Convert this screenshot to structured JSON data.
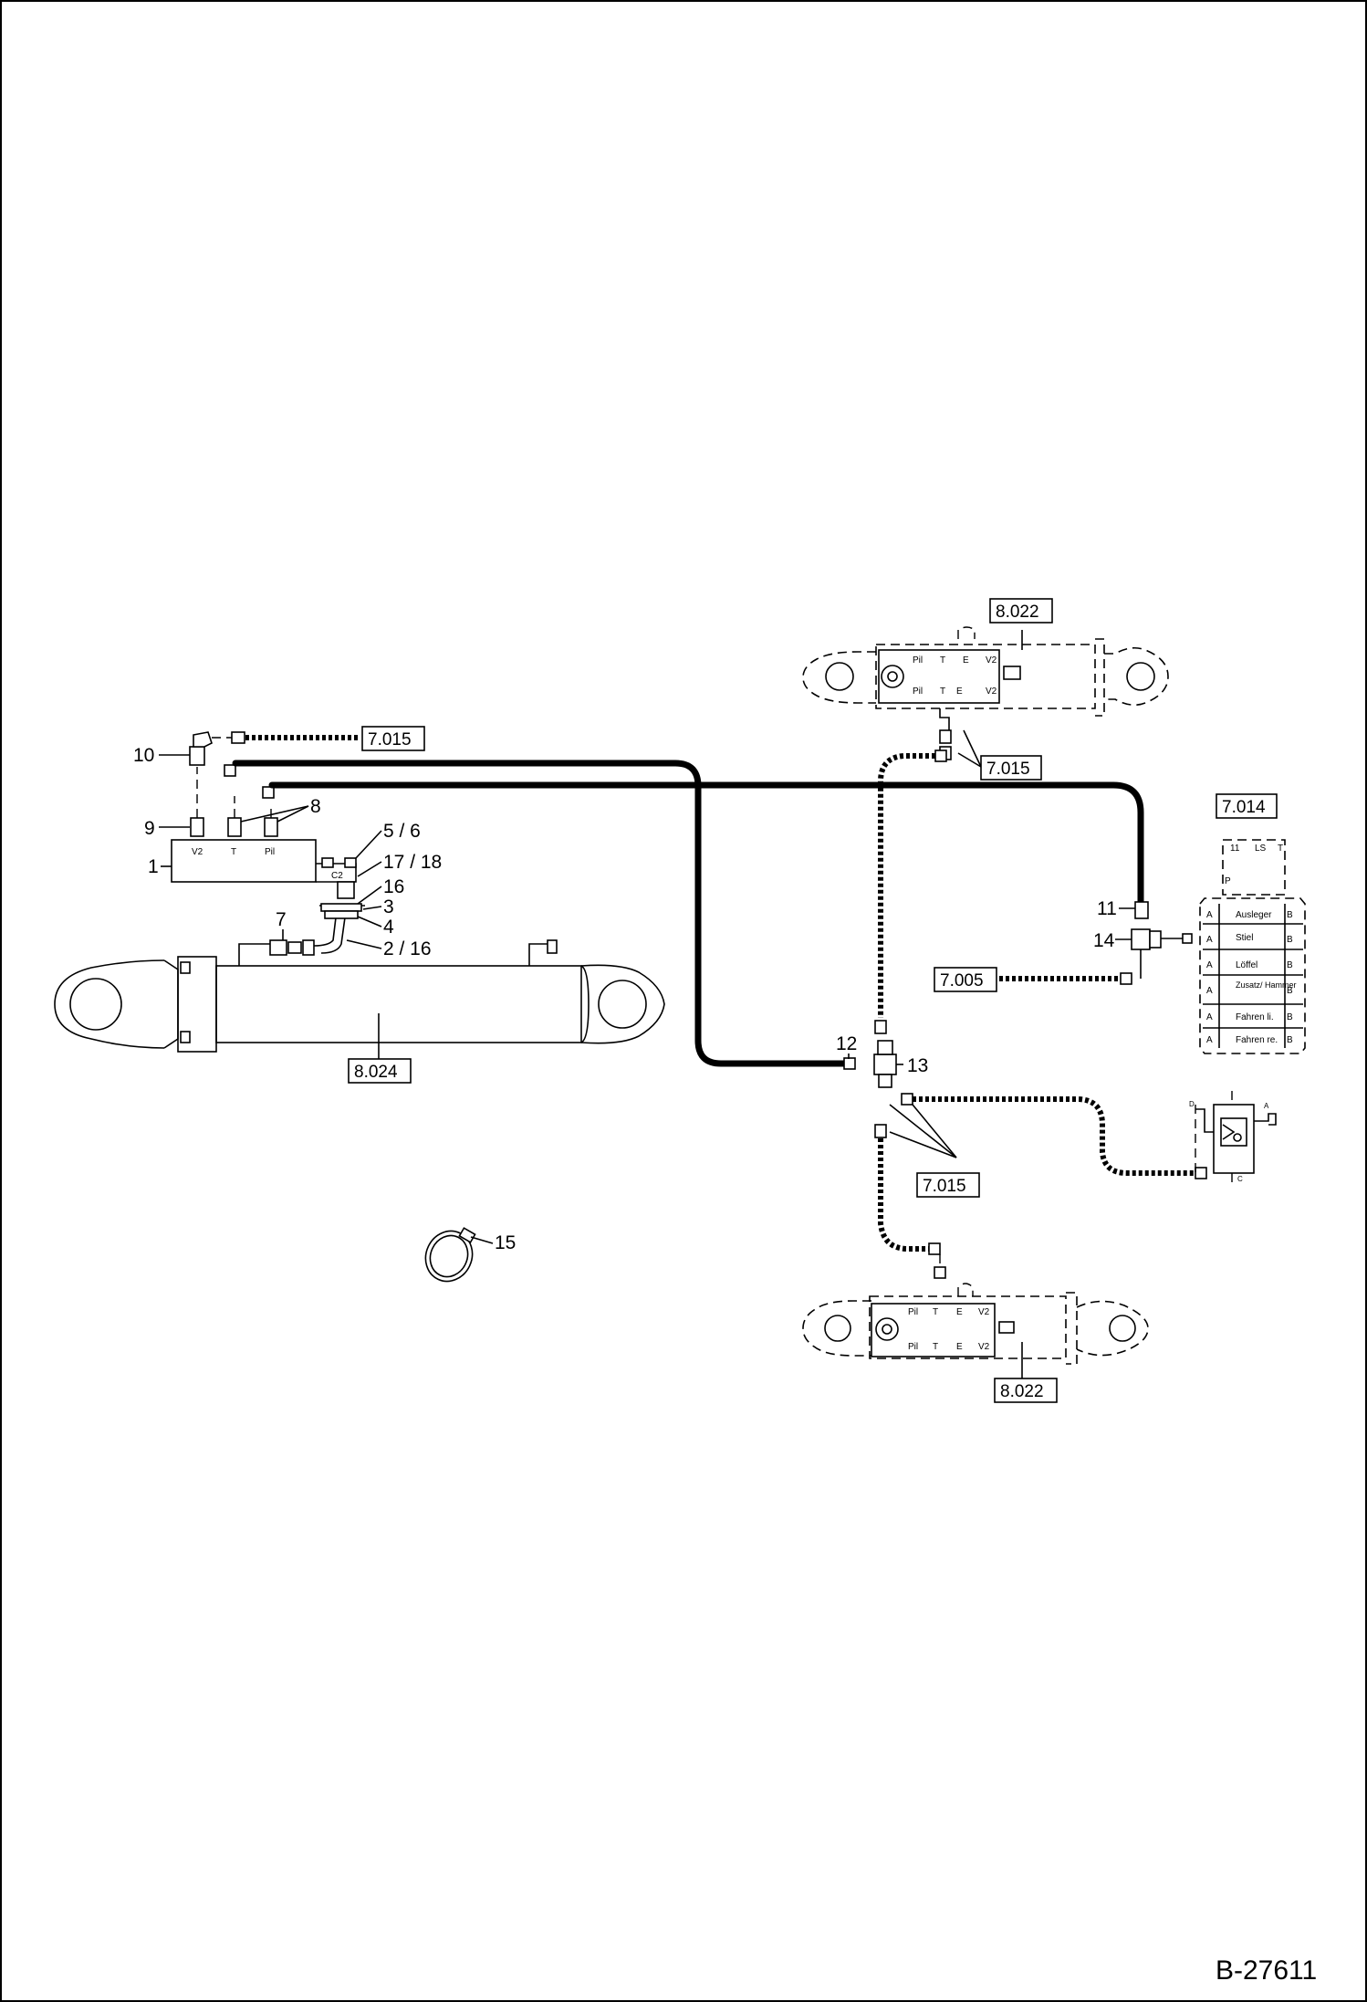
{
  "doc": {
    "code": "B-27611"
  },
  "refs": {
    "r_8022_top": "8.022",
    "r_7015_a": "7.015",
    "r_7015_b": "7.015",
    "r_7015_c": "7.015",
    "r_7014": "7.014",
    "r_7005": "7.005",
    "r_8024": "8.024",
    "r_8022_bottom": "8.022"
  },
  "callouts": {
    "c1": "1",
    "c2_16": "2 / 16",
    "c3": "3",
    "c4": "4",
    "c5_6": "5 / 6",
    "c7": "7",
    "c8": "8",
    "c9": "9",
    "c10": "10",
    "c11": "11",
    "c12": "12",
    "c13": "13",
    "c14": "14",
    "c15": "15",
    "c16": "16",
    "c17_18": "17 / 18"
  },
  "block_ports": {
    "v2": "V2",
    "t": "T",
    "pil": "Pil",
    "c2": "C2"
  },
  "cylinder_ports": {
    "top_upper": [
      "Pil",
      "T",
      "E",
      "V2"
    ],
    "top_lower": [
      "Pil",
      "T",
      "E",
      "V2"
    ],
    "bottom_upper": [
      "Pil",
      "T",
      "E",
      "V2"
    ],
    "bottom_lower": [
      "Pil",
      "T",
      "E",
      "V2"
    ]
  },
  "valve": {
    "header_left": "11",
    "header_mid": "LS",
    "header_right": "T",
    "port_p": "P",
    "sections": [
      {
        "a": "A",
        "label": "Ausleger",
        "b": "B"
      },
      {
        "a": "A",
        "label": "Stiel",
        "b": "B"
      },
      {
        "a": "A",
        "label": "Löffel",
        "b": "B"
      },
      {
        "a": "A",
        "label": "Zusatz/ Hammer",
        "b": "B"
      },
      {
        "a": "A",
        "label": "Fahren li.",
        "b": "B"
      },
      {
        "a": "A",
        "label": "Fahren re.",
        "b": "B"
      }
    ]
  },
  "small_valve": {
    "d": "D",
    "a": "A",
    "c": "C"
  }
}
